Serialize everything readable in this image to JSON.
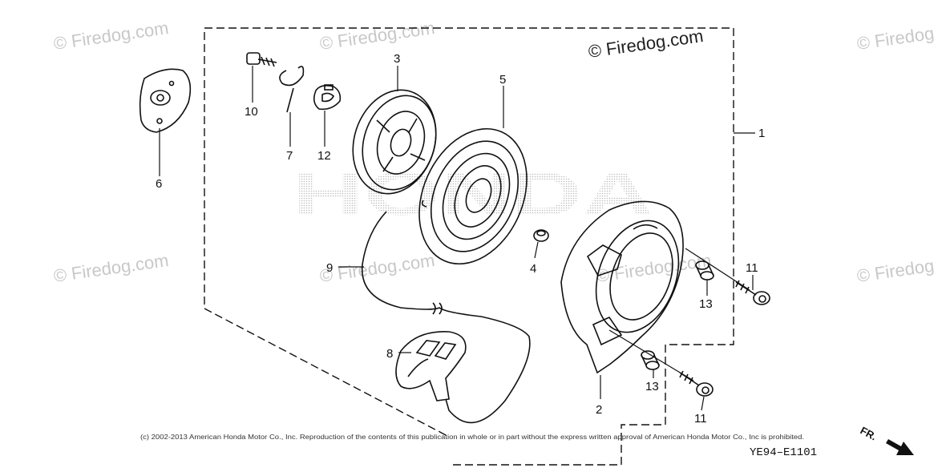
{
  "watermarks": {
    "main": "© Firedog.com",
    "ghost": "© Firedog.com",
    "ghost_cut": "© Firedog"
  },
  "callouts": {
    "p1": "1",
    "p2": "2",
    "p3": "3",
    "p4": "4",
    "p5": "5",
    "p6": "6",
    "p7": "7",
    "p8": "8",
    "p9": "9",
    "p10": "10",
    "p11a": "11",
    "p11b": "11",
    "p12": "12",
    "p13a": "13",
    "p13b": "13"
  },
  "background_logo": "HONDA",
  "copyright": "(c) 2002-2013 American Honda Motor Co., Inc. Reproduction of the contents of this publication in whole or in part without the express written approval of American Honda Motor Co., Inc is prohibited.",
  "diagram_code": "YE94–E1101",
  "front_label": "FR.",
  "colors": {
    "ink": "#111111",
    "watermark": "#c8c8c8",
    "logo_dots": "#bdbdbd"
  }
}
